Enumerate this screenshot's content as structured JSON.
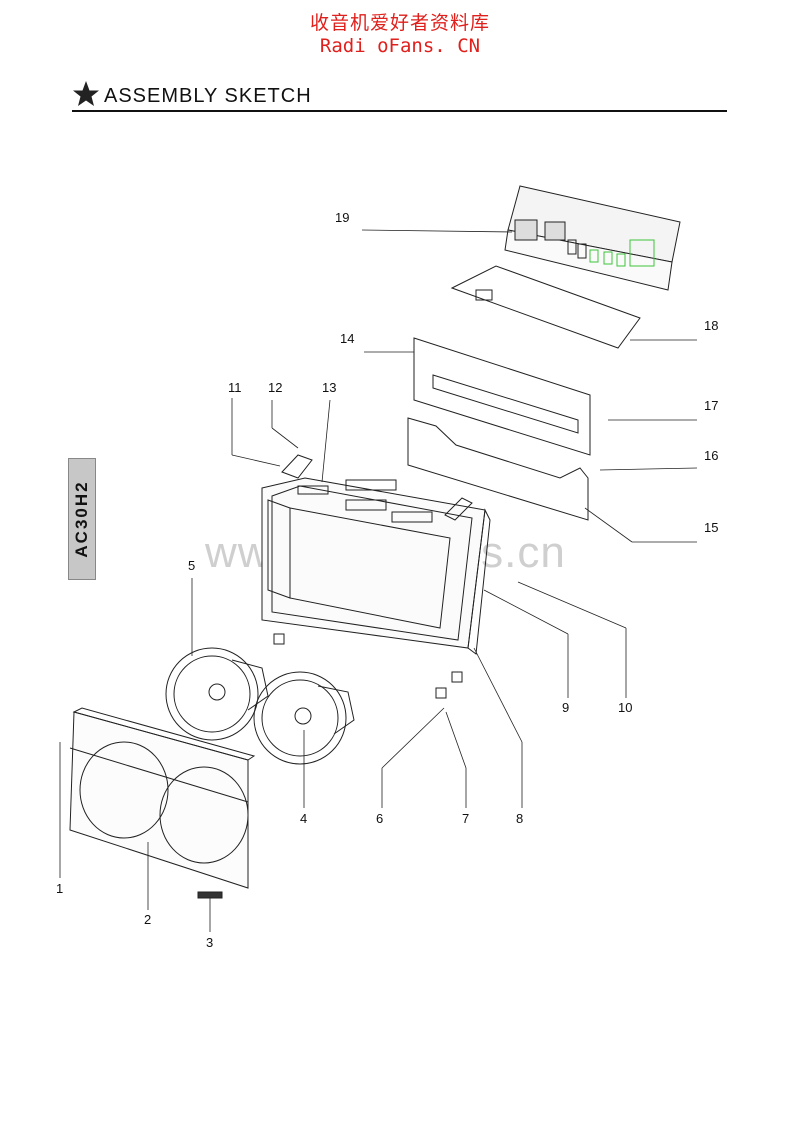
{
  "header": {
    "watermark_cn": "收音机爱好者资料库",
    "watermark_en": "Radi oFans. CN",
    "title": "ASSEMBLY SKETCH",
    "star_icon": "star-icon"
  },
  "side_tab": {
    "model": "AC30H2"
  },
  "background_watermark": "www.radiofans.cn",
  "callouts": [
    "1",
    "2",
    "3",
    "4",
    "5",
    "6",
    "7",
    "8",
    "9",
    "10",
    "11",
    "12",
    "13",
    "14",
    "15",
    "16",
    "17",
    "18",
    "19"
  ],
  "colors": {
    "watermark_red": "#e0201c",
    "tube_green": "#3cc43c",
    "tab_gray": "#c7c7c7"
  }
}
